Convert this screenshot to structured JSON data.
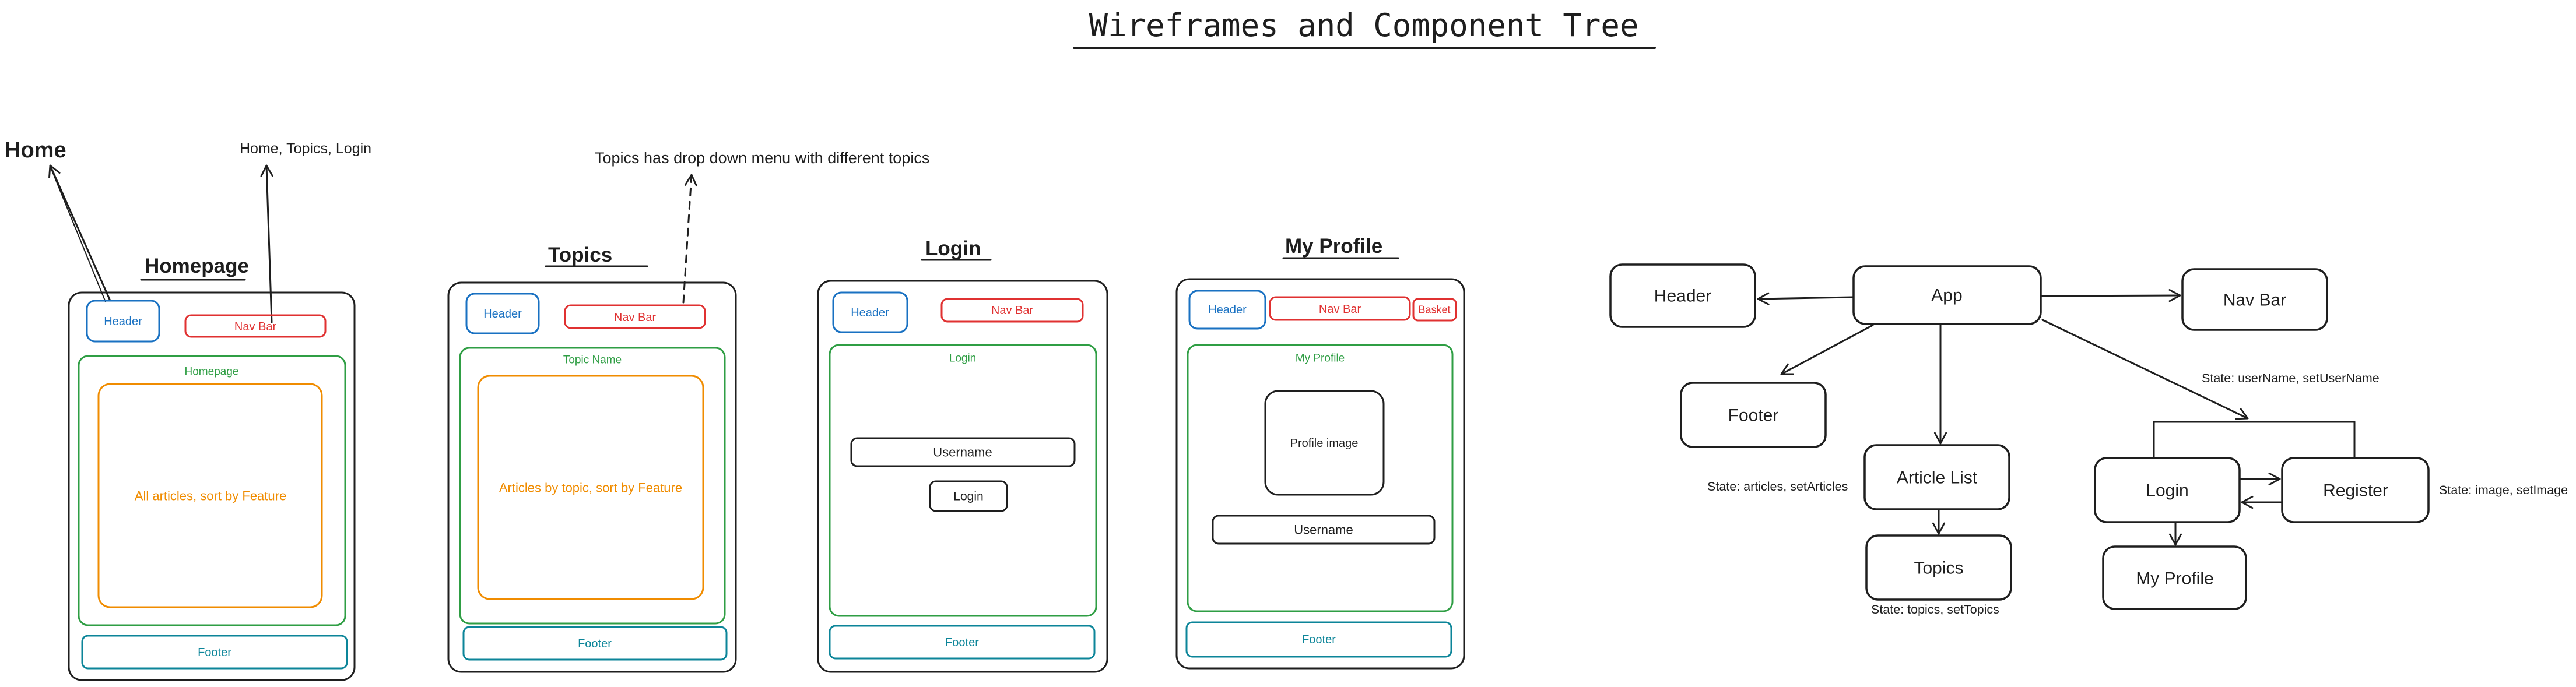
{
  "title": "Wireframes and Component Tree",
  "annotations": {
    "home_label": "Home",
    "nav_links_label": "Home, Topics, Login",
    "topics_dropdown_note": "Topics has drop down menu with different topics"
  },
  "wireframes": {
    "homepage": {
      "title": "Homepage",
      "header": "Header",
      "nav_bar": "Nav Bar",
      "section_label": "Homepage",
      "content": "All articles, sort by Feature",
      "footer": "Footer"
    },
    "topics": {
      "title": "Topics",
      "header": "Header",
      "nav_bar": "Nav Bar",
      "section_label": "Topic Name",
      "content": "Articles by topic, sort by Feature",
      "footer": "Footer"
    },
    "login": {
      "title": "Login",
      "header": "Header",
      "nav_bar": "Nav Bar",
      "section_label": "Login",
      "username_field": "Username",
      "login_button": "Login",
      "footer": "Footer"
    },
    "my_profile": {
      "title": "My Profile",
      "header": "Header",
      "nav_bar": "Nav Bar",
      "basket": "Basket",
      "section_label": "My Profile",
      "profile_image": "Profile image",
      "username_field": "Username",
      "footer": "Footer"
    }
  },
  "component_tree": {
    "nodes": {
      "app": "App",
      "header": "Header",
      "nav_bar": "Nav Bar",
      "footer": "Footer",
      "article_list": "Article List",
      "topics": "Topics",
      "login": "Login",
      "register": "Register",
      "my_profile": "My Profile"
    },
    "state_notes": {
      "login_register": "State: userName, setUserName",
      "article_list": "State: articles, setArticles",
      "register": "State: image, setImage",
      "topics": "State: topics, setTopics"
    }
  },
  "colors": {
    "ink": "#1e1e1e",
    "background": "#ffffff",
    "header": "#1971c2",
    "nav_bar": "#e03131",
    "section": "#2f9e44",
    "content": "#f08c00",
    "footer": "#0c8599"
  }
}
